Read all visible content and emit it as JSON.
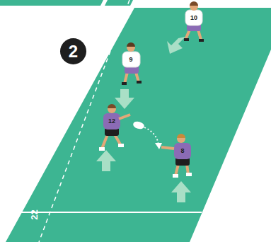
{
  "diagram": {
    "nodes": [
      {
        "text": [
          "2"
        ]
      }
    ],
    "labels": [
      "10",
      "9",
      "12",
      "8",
      "22"
    ]
  }
}
